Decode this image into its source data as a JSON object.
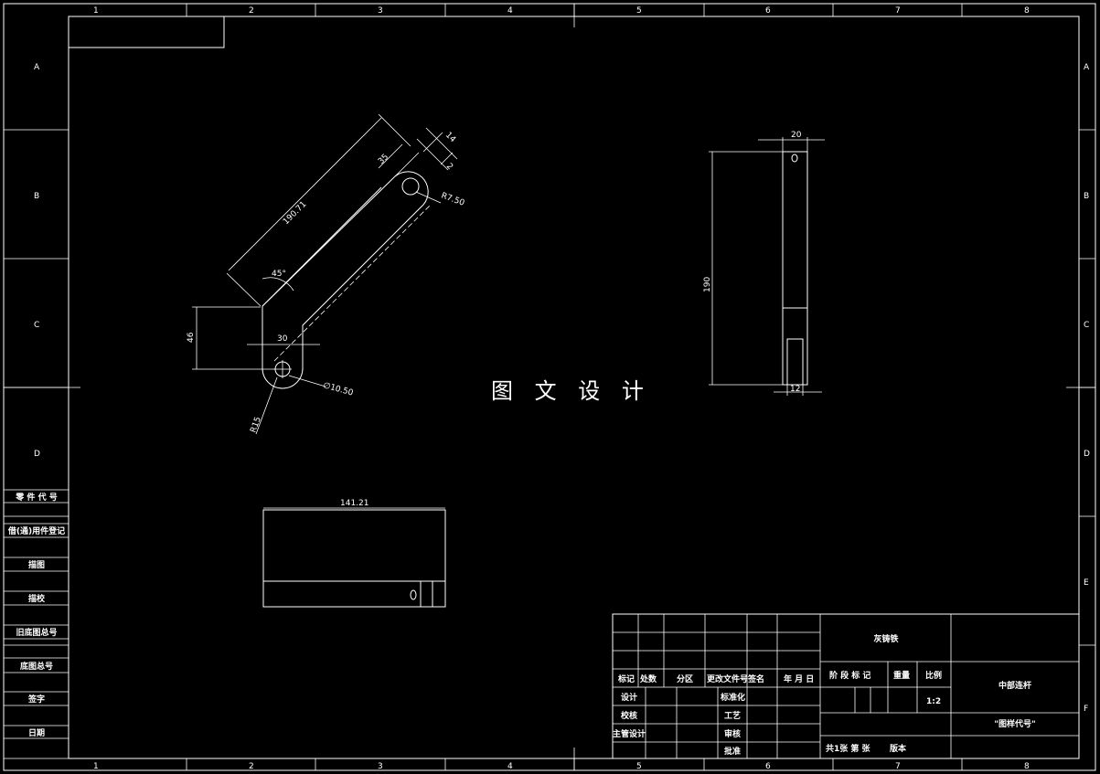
{
  "drawing": {
    "watermark": "图 文 设 计",
    "border": {
      "columns": [
        "1",
        "2",
        "3",
        "4",
        "5",
        "6",
        "7",
        "8"
      ],
      "rows": [
        "A",
        "B",
        "C",
        "D",
        "E",
        "F"
      ]
    },
    "left_strip": [
      "零 件 代 号",
      "借(通)用件登记",
      "描图",
      "描校",
      "旧底图总号",
      "底图总号",
      "签字",
      "日期"
    ],
    "dimensions": {
      "slant_length": "190.71",
      "angle": "45°",
      "width_35": "35",
      "width_14": "14",
      "offset_2": "2",
      "radius_top": "R7.50",
      "height_46": "46",
      "width_30": "30",
      "hole_dia": "∅10.50",
      "radius_bottom": "R15",
      "side_width": "20",
      "side_height": "190",
      "side_slot": "12",
      "bottom_length": "141.21"
    },
    "title_block": {
      "material": "灰铸铁",
      "header_labels": [
        "标记",
        "处数",
        "分区",
        "更改文件号",
        "签名",
        "年 月 日"
      ],
      "row_labels": [
        "设计",
        "校核",
        "主管设计"
      ],
      "mid_labels": [
        "标准化",
        "工艺",
        "审核",
        "批准"
      ],
      "stage_label": "阶 段 标 记",
      "weight_label": "重量",
      "scale_label": "比例",
      "scale_value": "1:2",
      "part_name": "中部连杆",
      "drawing_code": "\"图样代号\"",
      "sheet_info": "共1张 第  张",
      "version_label": "版本"
    }
  }
}
